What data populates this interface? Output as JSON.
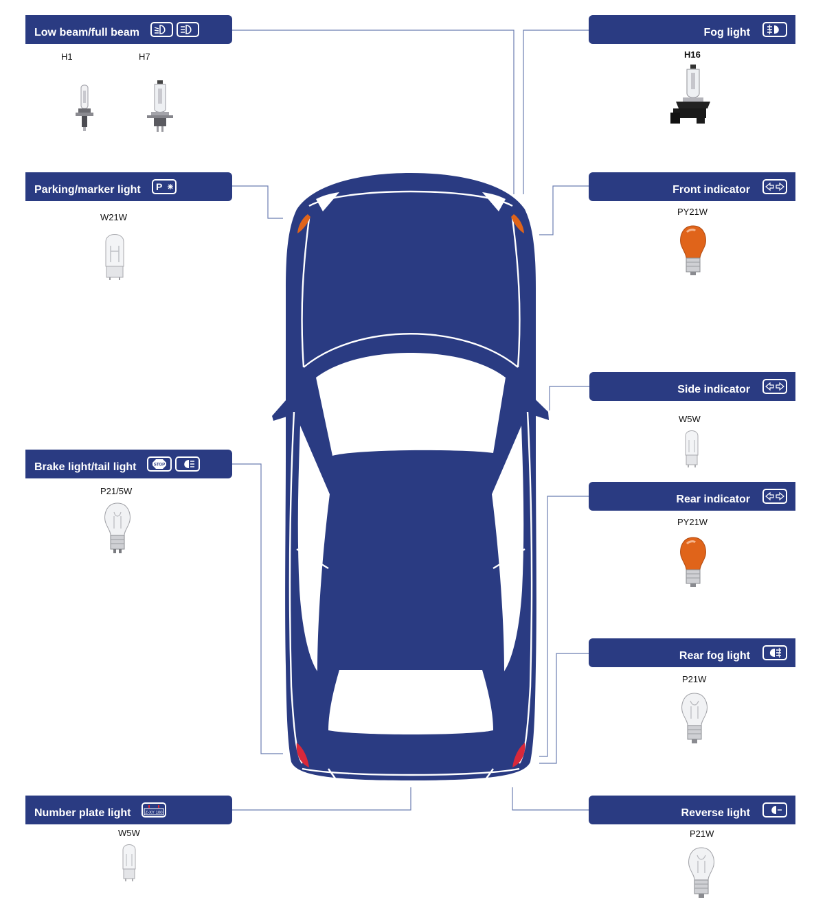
{
  "colors": {
    "brand": "#2a3b82",
    "amber": "#e0641a",
    "leader": "#6b7db0"
  },
  "labels": {
    "low_beam": "Low beam/full beam",
    "fog": "Fog light",
    "parking": "Parking/marker light",
    "front_indicator": "Front indicator",
    "side_indicator": "Side indicator",
    "brake": "Brake light/tail light",
    "rear_indicator": "Rear indicator",
    "rear_fog": "Rear fog light",
    "number_plate": "Number plate light",
    "reverse": "Reverse light"
  },
  "bulbs": {
    "h1": "H1",
    "h7": "H7",
    "h16": "H16",
    "w21w": "W21W",
    "py21w_front": "PY21W",
    "w5w_side": "W5W",
    "p21_5w": "P21/5W",
    "py21w_rear": "PY21W",
    "p21w_rearfog": "P21W",
    "w5w_plate": "W5W",
    "p21w_reverse": "P21W"
  },
  "icon_text": {
    "parking": "P",
    "stop": "STOP",
    "plate": "Z-XY 100"
  },
  "icons": [
    "low-beam-icon",
    "full-beam-icon",
    "fog-light-icon",
    "parking-light-icon",
    "indicator-icon",
    "stop-icon",
    "tail-light-icon",
    "rear-fog-icon",
    "license-plate-icon",
    "reverse-light-icon"
  ]
}
